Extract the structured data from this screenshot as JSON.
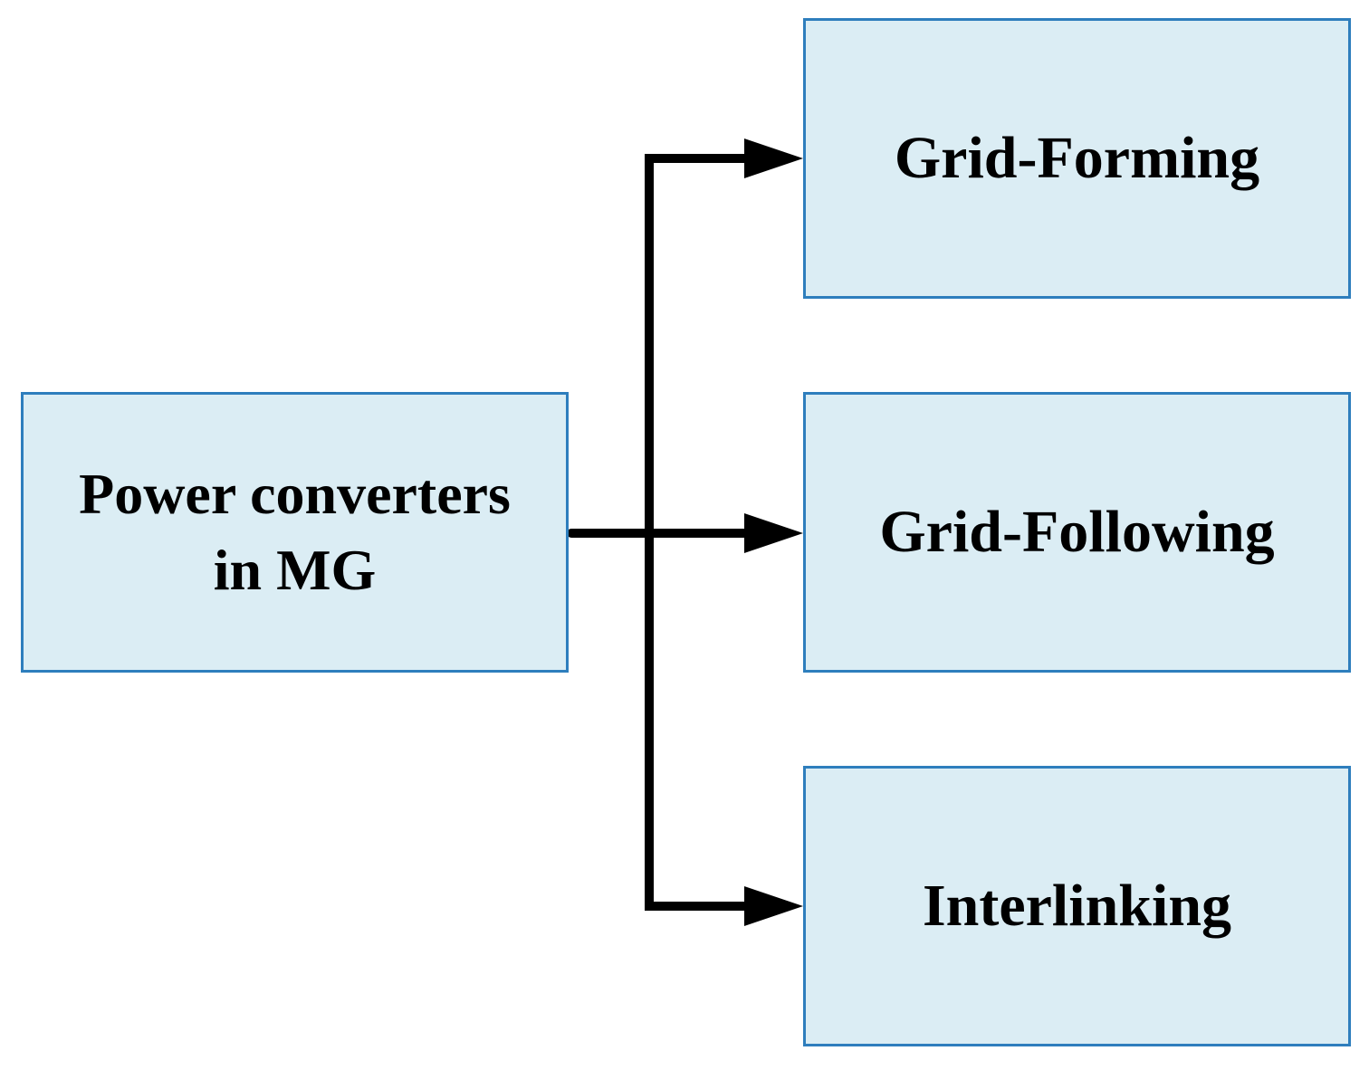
{
  "diagram": {
    "source": {
      "line1": "Power converters",
      "line2": "in MG"
    },
    "targets": [
      {
        "label": "Grid-Forming"
      },
      {
        "label": "Grid-Following"
      },
      {
        "label": "Interlinking"
      }
    ],
    "colors": {
      "box_fill": "#dbedf4",
      "box_border": "#2e7ebd",
      "connector": "#000000",
      "text": "#000000"
    }
  }
}
